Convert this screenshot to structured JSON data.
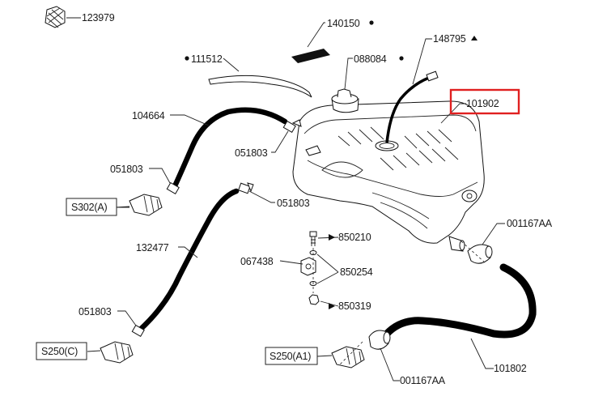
{
  "parts": {
    "p123979": "123979",
    "p140150": "140150",
    "p111512": "111512",
    "p088084": "088084",
    "p148795": "148795",
    "p101902": "101902",
    "p104664": "104664",
    "p051803a": "051803",
    "p051803b": "051803",
    "p051803c": "051803",
    "p051803d": "051803",
    "p132477": "132477",
    "p850210": "850210",
    "p067438": "067438",
    "p850254": "850254",
    "p850319": "850319",
    "p001167AAa": "001167AA",
    "p001167AAb": "001167AA",
    "p101802": "101802"
  },
  "connectors": {
    "s302a": "S302(A)",
    "s250c": "S250(C)",
    "s250a1": "S250(A1)"
  },
  "colors": {
    "highlight": "#e02020",
    "line": "#222222"
  }
}
